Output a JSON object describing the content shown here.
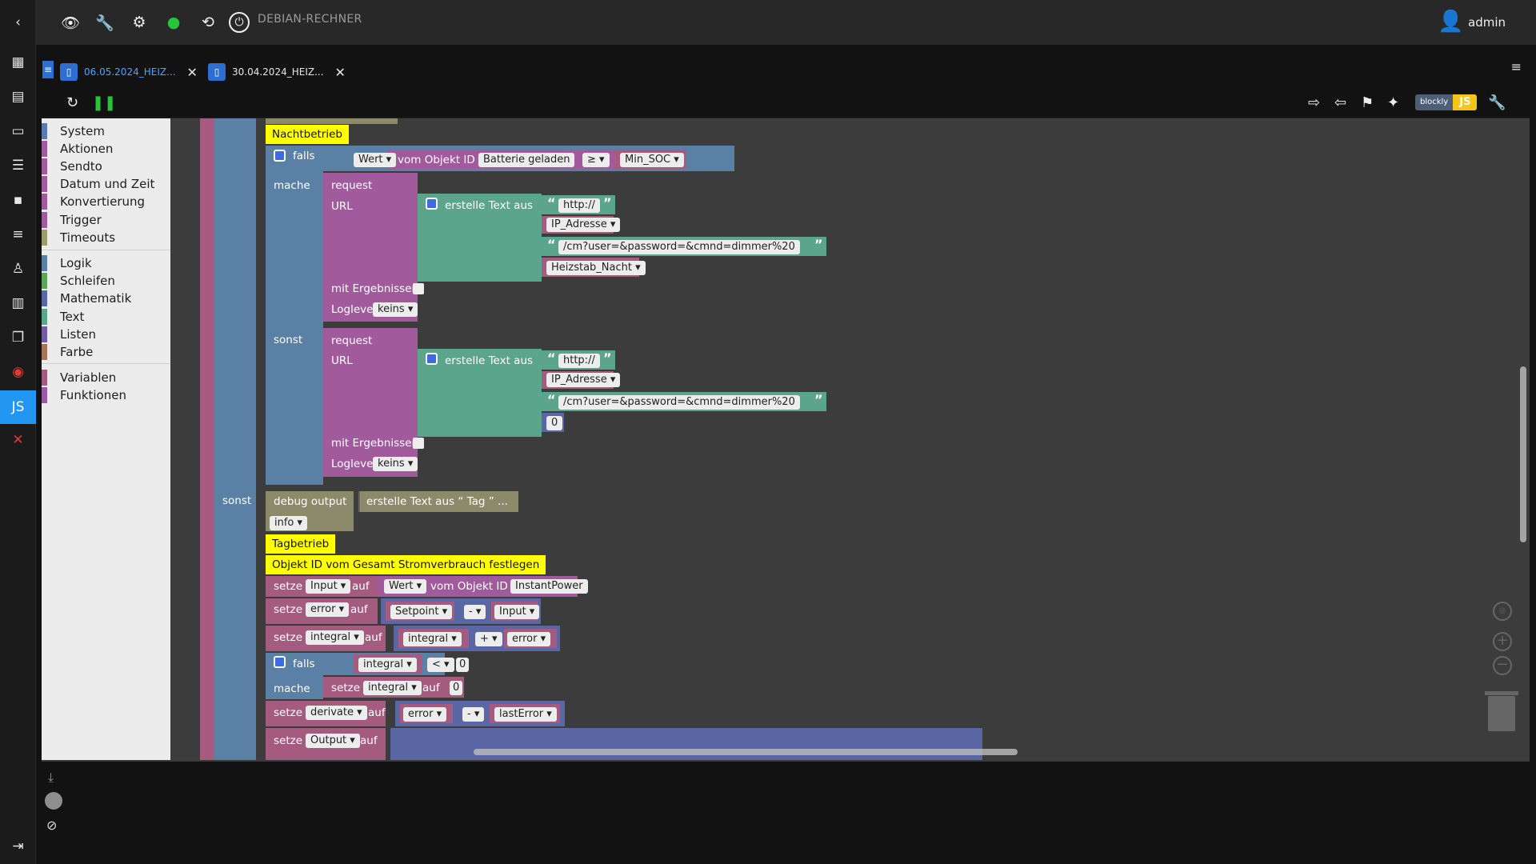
{
  "topbar": {
    "hostname": "DEBIAN-RECHNER",
    "user": "admin"
  },
  "tabs": [
    {
      "label": "06.05.2024_HEIZ...",
      "active": true
    },
    {
      "label": "30.04.2024_HEIZ...",
      "active": false
    }
  ],
  "toolbar": {
    "blockly_label": "blockly",
    "js_label": "JS"
  },
  "categories": {
    "group1": [
      {
        "label": "System",
        "color": "#5a7bb0"
      },
      {
        "label": "Aktionen",
        "color": "#a15a9c"
      },
      {
        "label": "Sendto",
        "color": "#a15a9c"
      },
      {
        "label": "Datum und Zeit",
        "color": "#a15a9c"
      },
      {
        "label": "Konvertierung",
        "color": "#a15a9c"
      },
      {
        "label": "Trigger",
        "color": "#a15a9c"
      },
      {
        "label": "Timeouts",
        "color": "#9c9e6a"
      }
    ],
    "group2": [
      {
        "label": "Logik",
        "color": "#5b80a5"
      },
      {
        "label": "Schleifen",
        "color": "#5ba55b"
      },
      {
        "label": "Mathematik",
        "color": "#5b67a5"
      },
      {
        "label": "Text",
        "color": "#5ba58c"
      },
      {
        "label": "Listen",
        "color": "#745ba5"
      },
      {
        "label": "Farbe",
        "color": "#a5745b"
      }
    ],
    "group3": [
      {
        "label": "Variablen",
        "color": "#a55b80"
      },
      {
        "label": "Funktionen",
        "color": "#995ba5"
      }
    ]
  },
  "blocks": {
    "comment_night": "Nachtbetrieb",
    "falls": "falls",
    "mache": "mache",
    "sonst": "sonst",
    "value_label": "Wert",
    "from_object": "vom Objekt ID",
    "batt_obj": "Batterie geladen",
    "gte": "≥",
    "min_soc": "Min_SOC",
    "request": "request",
    "url": "URL",
    "create_text": "erstelle Text aus",
    "http": "http://",
    "ip": "IP_Adresse",
    "cm_path": "/cm?user=&password=&cmnd=dimmer%20",
    "heizstab_nacht": "Heizstab_Nacht",
    "with_results": "mit Ergebnissen",
    "loglevel": "Loglevel",
    "keins": "keins",
    "zero": "0",
    "debug_output": "debug output",
    "debug_text": "erstelle Text aus “ Tag ” ...",
    "info": "info",
    "comment_day": "Tagbetrieb",
    "comment_objid": "Objekt ID vom Gesamt Stromverbrauch festlegen",
    "setze": "setze",
    "auf": "auf",
    "input": "Input",
    "instant_power": "InstantPower",
    "error": "error",
    "setpoint": "Setpoint",
    "minus": "-",
    "plus": "+",
    "lt": "<",
    "integral": "integral",
    "derivate": "derivate",
    "last_error": "lastError",
    "output": "Output"
  }
}
